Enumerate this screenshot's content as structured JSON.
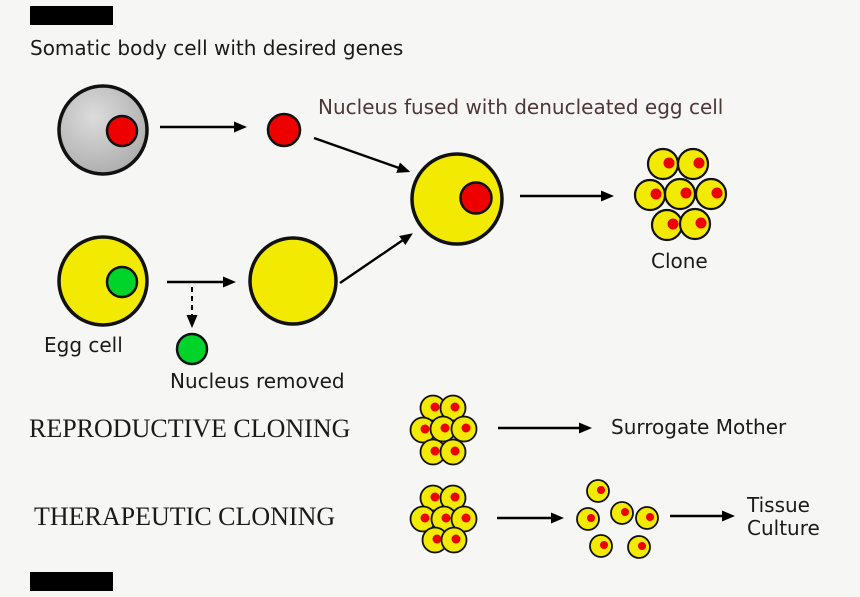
{
  "title": {
    "somatic_label": "Somatic body cell with desired genes"
  },
  "annotations": {
    "fused_label": "Nucleus fused with denucleated egg cell",
    "egg_cell_label": "Egg cell",
    "nucleus_removed_label": "Nucleus removed",
    "clone_label": "Clone"
  },
  "sections": {
    "reproductive": {
      "heading": "REPRODUCTIVE CLONING",
      "result_label": "Surrogate Mother"
    },
    "therapeutic": {
      "heading": "THERAPEUTIC CLONING",
      "result_line1": "Tissue",
      "result_line2": "Culture"
    }
  },
  "colors": {
    "background": "#f6f6f5",
    "cell-yellow": "#f2ea00",
    "nucleus-red": "#ee0000",
    "nucleus-green": "#00d42a",
    "cell-gray-light": "#d9d9d9",
    "cell-gray-dark": "#a9a9a9",
    "outline": "#111111",
    "arrow-black": "#000000",
    "text-dark": "#1a1a1a",
    "text-maroon": "#4e3737",
    "watermark-black": "#000000"
  }
}
